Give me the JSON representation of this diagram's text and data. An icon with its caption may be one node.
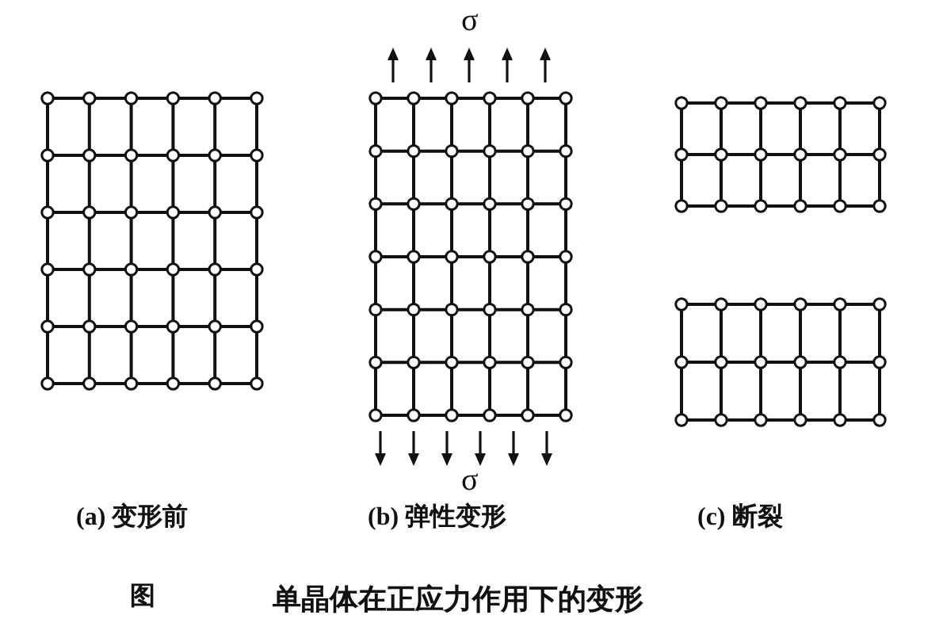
{
  "diagram": {
    "caption": "单晶体在正应力作用下的变形",
    "labels": [
      "σ",
      "σ",
      "(a) 变形前",
      "(b) 弹性变形",
      "(c) 断裂",
      "图"
    ]
  }
}
